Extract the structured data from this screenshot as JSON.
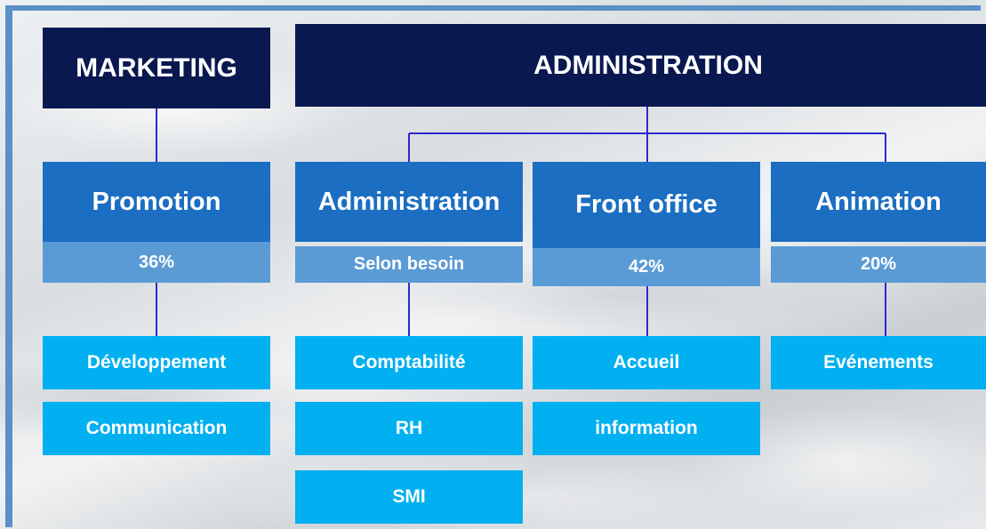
{
  "top": {
    "marketing": "MARKETING",
    "administration": "ADMINISTRATION"
  },
  "departments": [
    {
      "title": "Promotion",
      "share": "36%",
      "items": [
        "Développement",
        "Communication"
      ]
    },
    {
      "title": "Administration",
      "share": "Selon besoin",
      "items": [
        "Comptabilité",
        "RH",
        "SMI"
      ]
    },
    {
      "title": "Front office",
      "share": "42%",
      "items": [
        "Accueil",
        "information"
      ]
    },
    {
      "title": "Animation",
      "share": "20%",
      "items": [
        "Evénements"
      ]
    }
  ],
  "colors": {
    "top": "#0a1850",
    "department": "#1b6ec2",
    "share": "#5b9bd5",
    "item": "#00b0f0",
    "connector": "#2a2ad0"
  }
}
